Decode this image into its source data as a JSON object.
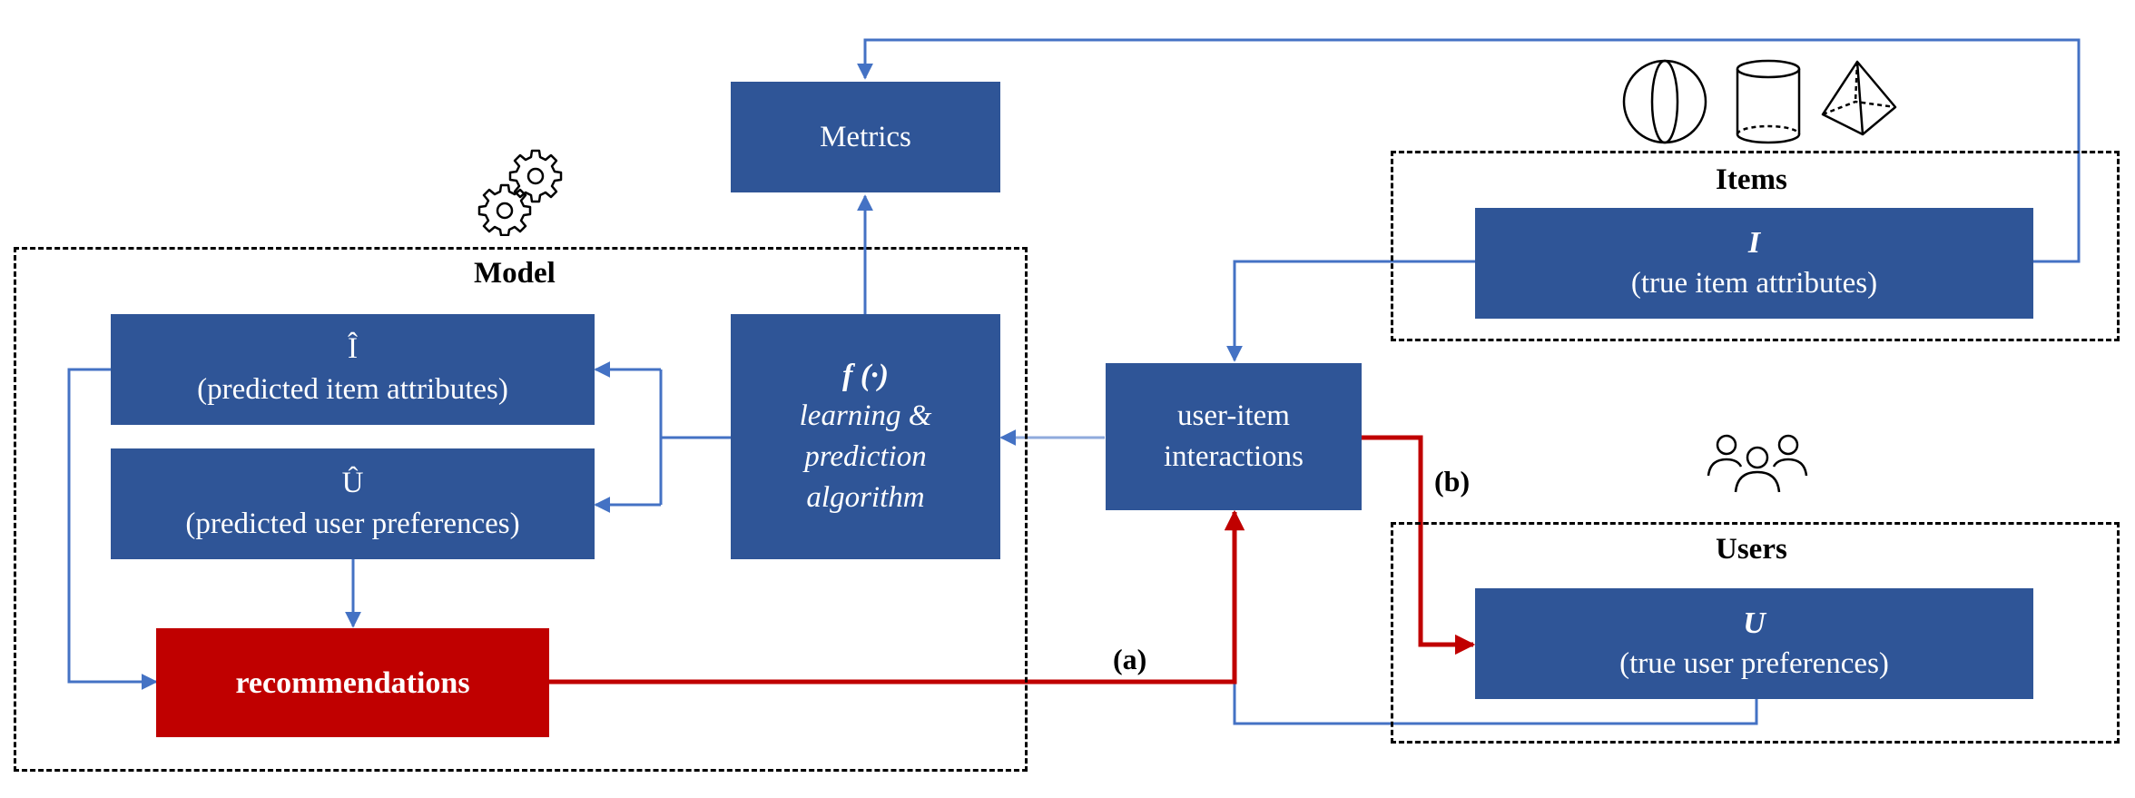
{
  "groups": {
    "model": "Model",
    "items": "Items",
    "users": "Users"
  },
  "nodes": {
    "metrics": "Metrics",
    "predicted_items": {
      "symbol": "Î",
      "label": "(predicted item attributes)"
    },
    "predicted_users": {
      "symbol": "Û",
      "label": "(predicted user preferences)"
    },
    "algorithm": {
      "symbol": "f (·)",
      "line1": "learning &",
      "line2": "prediction",
      "line3": "algorithm"
    },
    "interactions": {
      "line1": "user-item",
      "line2": "interactions"
    },
    "recommendations": "recommendations",
    "true_items": {
      "symbol": "I",
      "label": "(true item attributes)"
    },
    "true_users": {
      "symbol": "U",
      "label": "(true user preferences)"
    }
  },
  "edge_labels": {
    "a": "(a)",
    "b": "(b)"
  },
  "icons": [
    "gears-icon",
    "sphere-icon",
    "cylinder-icon",
    "pyramid-icon",
    "users-group-icon"
  ],
  "colors": {
    "box_blue": "#2f5597",
    "box_red": "#c00000",
    "arrow_blue": "#4472c4",
    "arrow_red": "#c00000",
    "dashed_border": "#000000"
  }
}
